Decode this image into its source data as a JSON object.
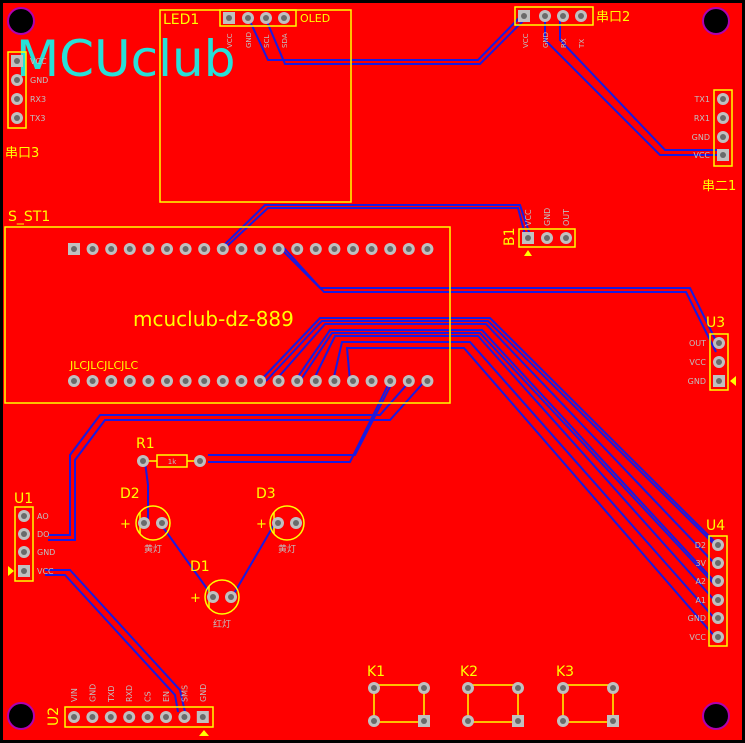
{
  "brand": {
    "logo_text": "MCUclub",
    "board_name": "mcuclub-dz-889",
    "module_marking": "JLCJLCJLCJLC"
  },
  "colors": {
    "board": "#ff0000",
    "background": "#000000",
    "silkscreen": "#ffff00",
    "silk_text": "#c0c0c0",
    "trace": "#1a1ae0",
    "pad_ring": "#c0c0c0",
    "pad_hole": "#6a6a6a",
    "logo": "#28e0d8",
    "mount_ring": "#b000b0"
  },
  "designators": {
    "led1": "LED1",
    "oled": "OLED",
    "s_st1": "S_ST1",
    "b1": "B1",
    "u1": "U1",
    "u2": "U2",
    "u3": "U3",
    "u4": "U4",
    "r1": "R1",
    "r1_body": "1k",
    "d1": "D1",
    "d2": "D2",
    "d3": "D3",
    "k1": "K1",
    "k2": "K2",
    "k3": "K3",
    "uart2": "串口2",
    "uart3": "串口3",
    "uart_second": "串二1"
  },
  "pin_labels": {
    "uart3": [
      "VCC",
      "GND",
      "RX3",
      "TX3"
    ],
    "uart_second": [
      "TX1",
      "RX1",
      "GND",
      "VCC"
    ],
    "u3": [
      "OUT",
      "VCC",
      "GND"
    ],
    "u1": [
      "AO",
      "DO",
      "GND",
      "VCC"
    ],
    "u4": [
      "D2",
      "3V",
      "A2",
      "A1",
      "GND",
      "VCC"
    ],
    "b1": [
      "VCC",
      "GND",
      "OUT"
    ],
    "oled": [
      "VCC",
      "GND",
      "SCL",
      "SDA"
    ],
    "uart2": [
      "VCC",
      "GND",
      "RX",
      "TX"
    ],
    "u2": [
      "VIN",
      "GND",
      "TXD",
      "RXD",
      "CS",
      "EN",
      "SMS",
      "GND"
    ]
  },
  "led_labels": {
    "d1": "红灯",
    "d2": "黄灯",
    "d3": "黄灯"
  },
  "polarity": {
    "plus": "+"
  }
}
